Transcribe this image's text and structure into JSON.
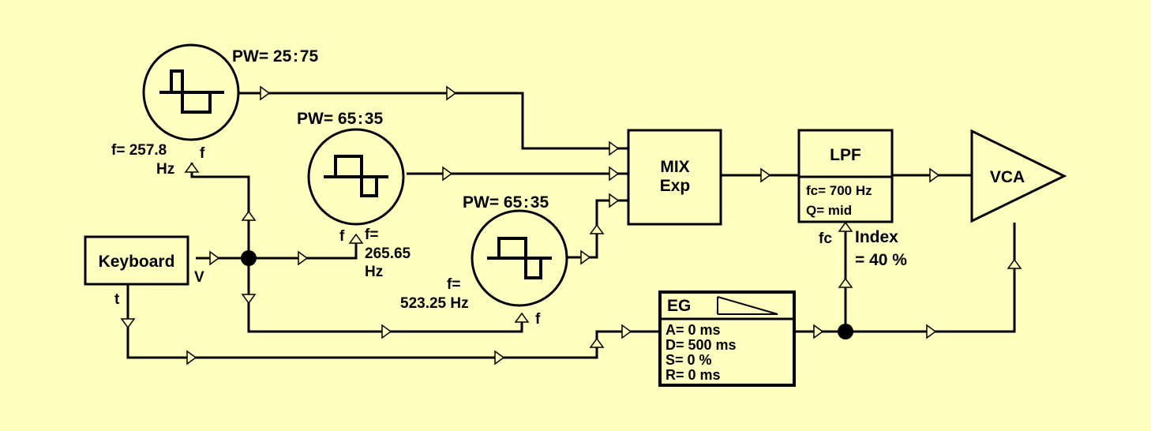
{
  "osc1": {
    "pw": "PW= 25 : 75",
    "freq_line1": "f= 257.8",
    "freq_line2": "Hz",
    "port_f": "f"
  },
  "osc2": {
    "pw": "PW= 65 : 35",
    "freq_line1": "f=",
    "freq_line2": "265.65",
    "freq_line3": "Hz",
    "port_f": "f"
  },
  "osc3": {
    "pw": "PW= 65 : 35",
    "freq_line1": "f=",
    "freq_line2": "523.25 Hz",
    "port_f": "f"
  },
  "keyboard": {
    "label": "Keyboard",
    "port_v": "V",
    "port_t": "t"
  },
  "mixer": {
    "line1": "MIX",
    "line2": "Exp"
  },
  "lpf": {
    "title": "LPF",
    "fc": "fc= 700 Hz",
    "q": "Q= mid",
    "port_fc": "fc"
  },
  "modulation": {
    "line1": "Index",
    "line2": "= 40 %"
  },
  "eg": {
    "title": "EG",
    "attack": "A= 0 ms",
    "decay": "D= 500 ms",
    "sustain": "S= 0 %",
    "release": "R= 0 ms"
  },
  "vca": {
    "label": "VCA"
  },
  "colors": {
    "background": "#ffffc0",
    "ink": "#000000"
  }
}
